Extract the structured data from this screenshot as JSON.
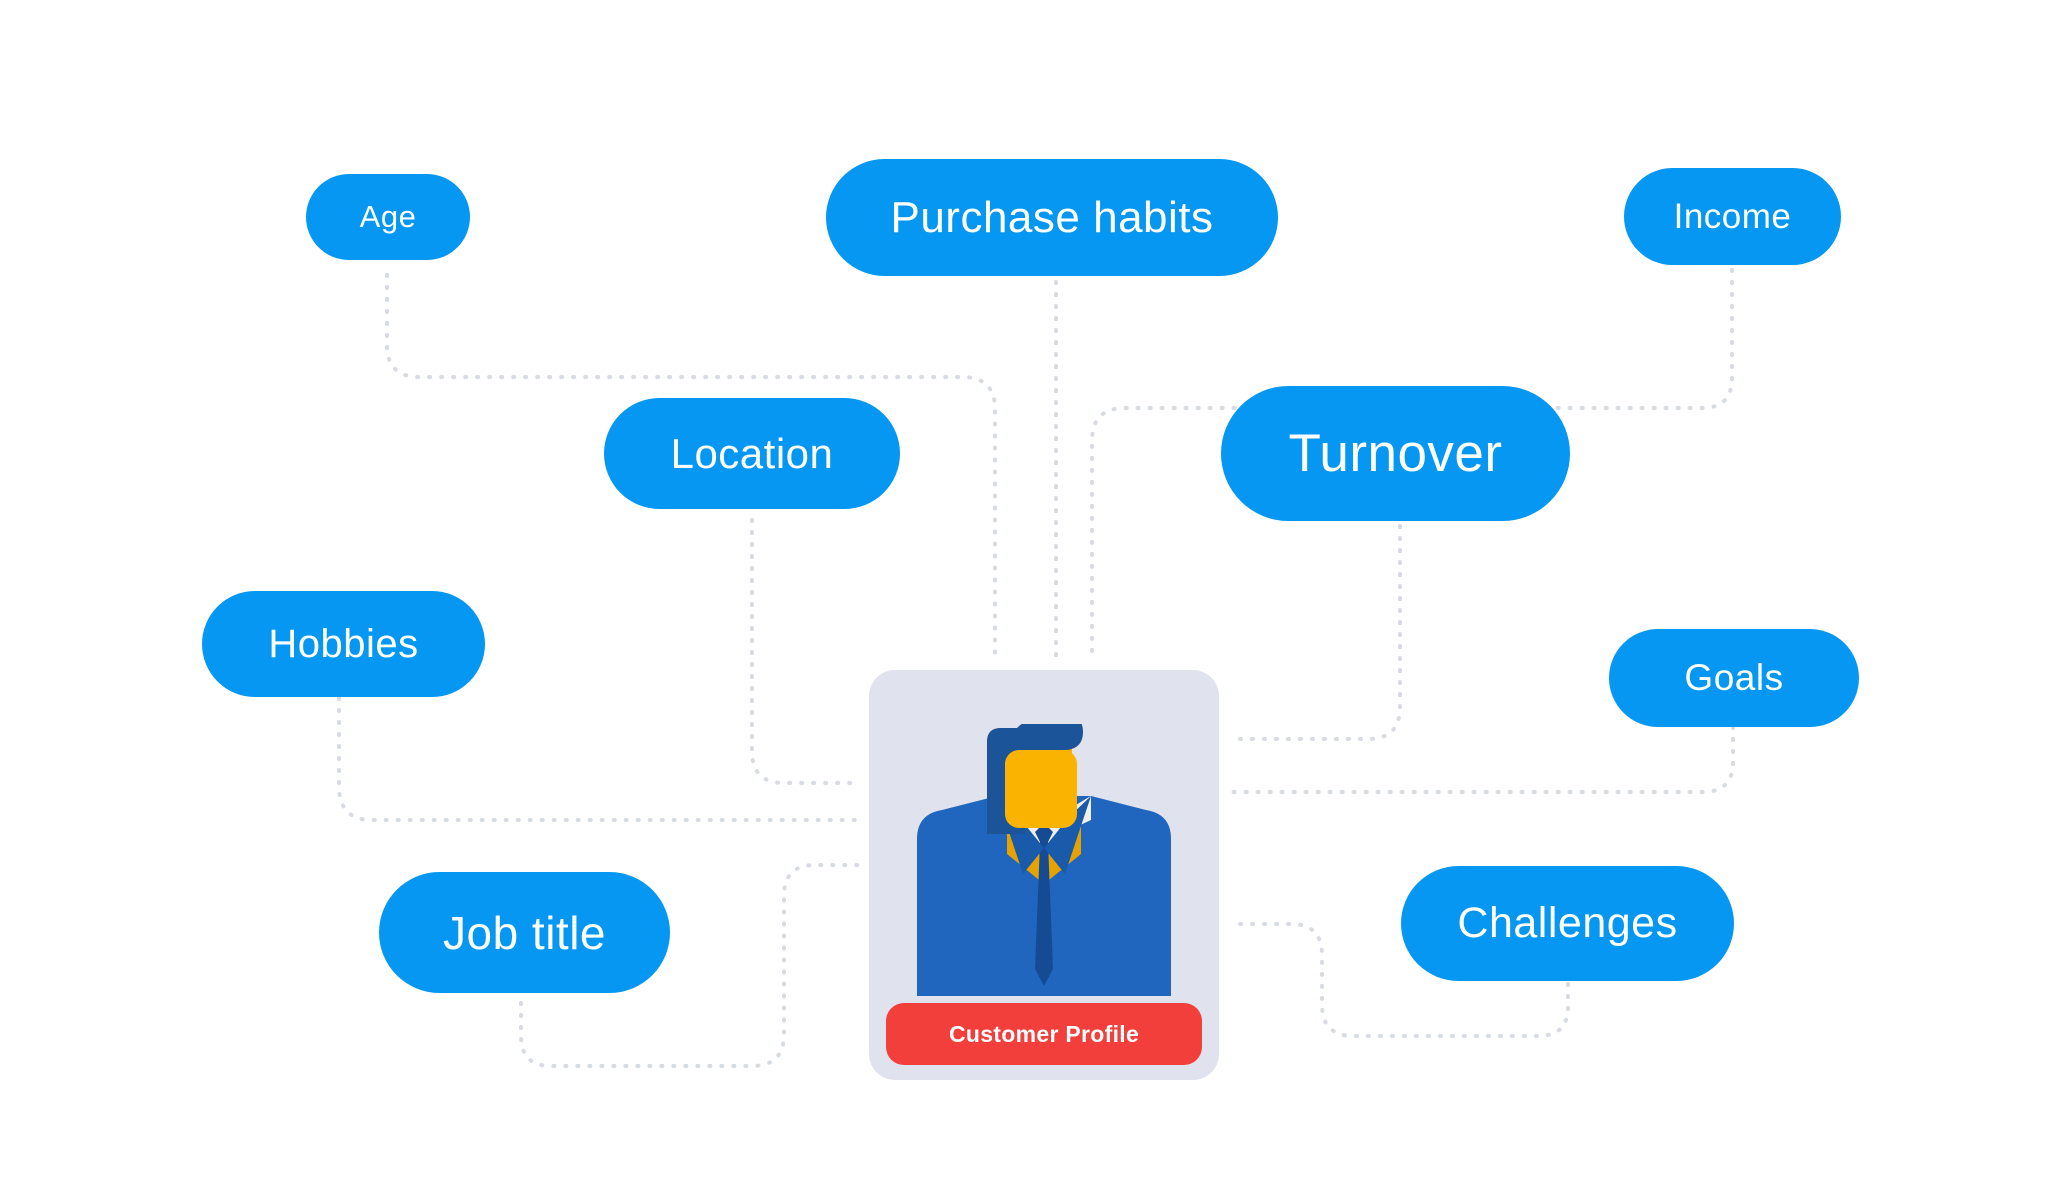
{
  "colors": {
    "pill": "#0597f2",
    "card_bg": "#e0e3ee",
    "label_bg": "#f23f3c",
    "connector": "#d7dbe2",
    "suit": "#2066bf",
    "hair": "#1c5499",
    "skin": "#fbb301",
    "shirt": "#f3eee7"
  },
  "center": {
    "label": "Customer Profile",
    "icon": "businessman-avatar-icon"
  },
  "nodes": {
    "age": "Age",
    "purchase_habits": "Purchase habits",
    "income": "Income",
    "location": "Location",
    "turnover": "Turnover",
    "hobbies": "Hobbies",
    "goals": "Goals",
    "job_title": "Job title",
    "challenges": "Challenges"
  }
}
